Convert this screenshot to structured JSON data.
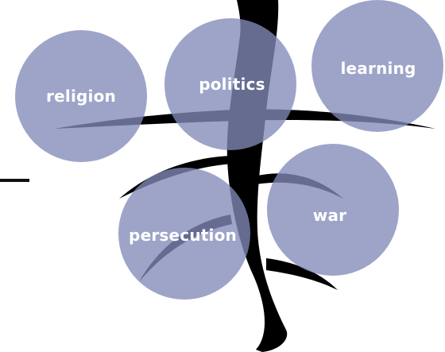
{
  "colors": {
    "root": "#000000",
    "bubble": "#818bb8",
    "label": "#ffffff"
  },
  "nodes": [
    {
      "id": "religion",
      "label": "religion"
    },
    {
      "id": "politics",
      "label": "politics"
    },
    {
      "id": "learning",
      "label": "learning"
    },
    {
      "id": "persecution",
      "label": "persecution"
    },
    {
      "id": "war",
      "label": "war"
    }
  ]
}
